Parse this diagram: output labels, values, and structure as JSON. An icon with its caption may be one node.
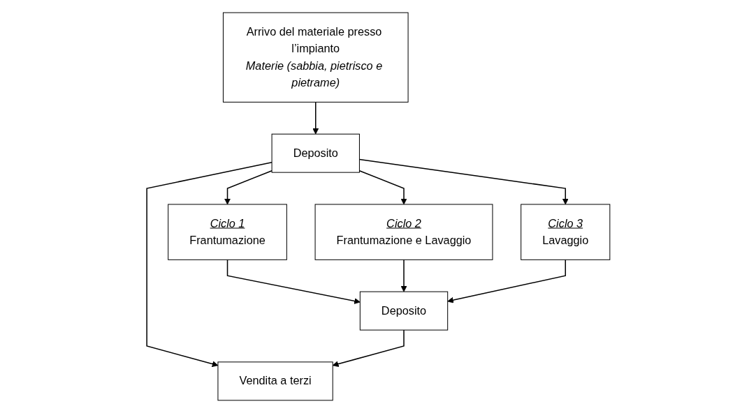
{
  "diagram": {
    "nodes": [
      {
        "text": [
          "Arrivo del materiale presso l’impianto",
          "Materie (sabbia, pietrisco e pietrame)"
        ]
      },
      {
        "text": [
          "Deposito"
        ]
      },
      {
        "text": [
          "Ciclo 1",
          "Frantumazione"
        ]
      },
      {
        "text": [
          "Ciclo 2",
          "Frantumazione e Lavaggio"
        ]
      },
      {
        "text": [
          "Ciclo 3",
          "Lavaggio"
        ]
      },
      {
        "text": [
          "Deposito"
        ]
      },
      {
        "text": [
          "Vendita a terzi"
        ]
      }
    ],
    "edges": [
      {
        "from": 0,
        "to": 1,
        "arrow": "to"
      },
      {
        "from": 1,
        "to": 2,
        "arrow": "to"
      },
      {
        "from": 1,
        "to": 3,
        "arrow": "to"
      },
      {
        "from": 1,
        "to": 4,
        "arrow": "to"
      },
      {
        "from": 1,
        "to": 6,
        "arrow": "to"
      },
      {
        "from": 2,
        "to": 5,
        "arrow": "to"
      },
      {
        "from": 3,
        "to": 5,
        "arrow": "to"
      },
      {
        "from": 4,
        "to": 5,
        "arrow": "to"
      },
      {
        "from": 5,
        "to": 6,
        "arrow": "to"
      }
    ]
  }
}
